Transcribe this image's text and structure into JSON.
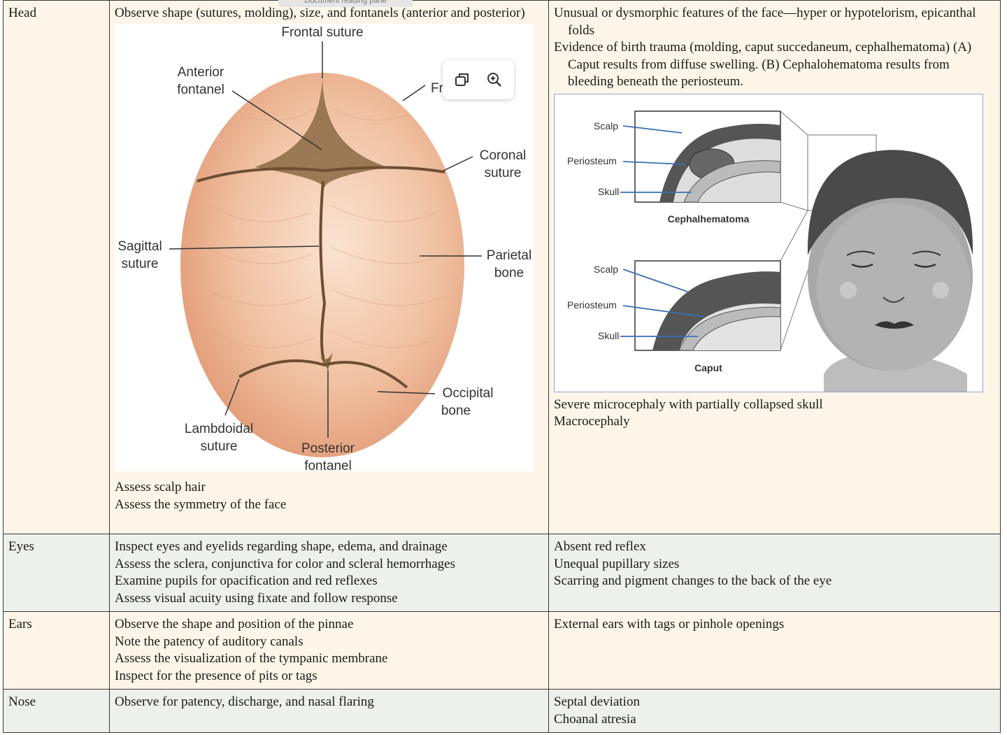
{
  "rows": [
    {
      "label": "Head",
      "assess_top": [
        "Observe shape (sutures, molding), size, and fontanels (anterior and posterior)"
      ],
      "skull_figure": {
        "labels": {
          "frontal_suture": "Frontal suture",
          "anterior_fontanel_1": "Anterior",
          "anterior_fontanel_2": "fontanel",
          "frontal_bone": "Frontal bone",
          "coronal_suture_1": "Coronal",
          "coronal_suture_2": "suture",
          "sagittal_suture_1": "Sagittal",
          "sagittal_suture_2": "suture",
          "parietal_bone_1": "Parietal",
          "parietal_bone_2": "bone",
          "occipital_bone_1": "Occipital",
          "occipital_bone_2": "bone",
          "lambdoidal_suture_1": "Lambdoidal",
          "lambdoidal_suture_2": "suture",
          "posterior_fontanel_1": "Posterior",
          "posterior_fontanel_2": "fontanel"
        }
      },
      "assess_bottom": [
        "Assess scalp hair",
        "Assess the symmetry of the face"
      ],
      "findings_top": [
        "Unusual or dysmorphic features of the face—hyper or hypotelorism, epicanthal folds",
        "Evidence of birth trauma (molding, caput succedaneum, cephalhematoma) (A) Caput results from diffuse swelling. (B) Cephalohematoma results from bleeding beneath the periosteum."
      ],
      "trauma_figure": {
        "scalp": "Scalp",
        "periosteum": "Periosteum",
        "skull": "Skull",
        "cephalhematoma": "Cephalhematoma",
        "caput": "Caput"
      },
      "findings_bottom": [
        "Severe microcephaly with partially collapsed skull",
        "Macrocephaly"
      ]
    },
    {
      "label": "Eyes",
      "assess": [
        "Inspect eyes and eyelids regarding shape, edema, and drainage",
        "Assess the sclera, conjunctiva for color and scleral hemorrhages",
        "Examine pupils for opacification and red reflexes",
        "Assess visual acuity using fixate and follow response"
      ],
      "findings": [
        "Absent red reflex",
        "Unequal pupillary sizes",
        "Scarring and pigment changes to the back of the eye"
      ]
    },
    {
      "label": "Ears",
      "assess": [
        "Observe the shape and position of the pinnae",
        "Note the patency of auditory canals",
        "Assess the visualization of the tympanic membrane",
        "Inspect for the presence of pits or tags"
      ],
      "findings": [
        "External ears with tags or pinhole openings"
      ]
    },
    {
      "label": "Nose",
      "assess": [
        "Observe for patency, discharge, and nasal flaring"
      ],
      "findings": [
        "Septal deviation",
        "Choanal atresia"
      ]
    }
  ],
  "tooltip": "Document reading pane",
  "toolbar": {
    "icons": [
      "copy-icon",
      "zoom-in-icon"
    ]
  },
  "colors": {
    "row_cream": "#fdf6e8",
    "row_grey": "#eef0eb",
    "skull": "#eab89a",
    "fontanel": "#8a6a44"
  }
}
